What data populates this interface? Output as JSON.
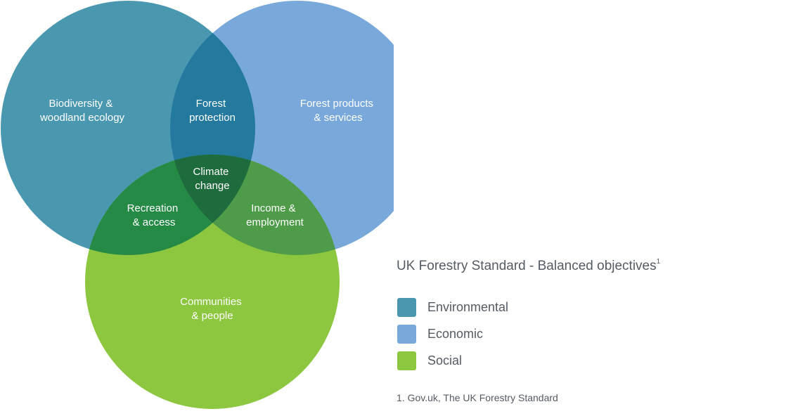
{
  "title": "UK Forestry Standard - Balanced objectives",
  "title_superscript": "1",
  "legend": [
    {
      "label": "Environmental",
      "color": "#4a97b0"
    },
    {
      "label": "Economic",
      "color": "#79a8da"
    },
    {
      "label": "Social",
      "color": "#8dc63f"
    }
  ],
  "regions": {
    "environmental": [
      "Biodiversity &",
      "woodland ecology"
    ],
    "economic": [
      "Forest products",
      "& services"
    ],
    "social": [
      "Communities",
      "& people"
    ],
    "env_econ": [
      "Forest",
      "protection"
    ],
    "env_social": [
      "Recreation",
      "& access"
    ],
    "econ_social": [
      "Income &",
      "employment"
    ],
    "center": [
      "Climate",
      "change"
    ]
  },
  "overlap_colors": {
    "env_econ": "#24799e",
    "env_social": "#248a45",
    "econ_social": "#4e9b4a",
    "center": "#1e6b3e"
  },
  "footnote": "1. Gov.uk, The UK Forestry Standard"
}
